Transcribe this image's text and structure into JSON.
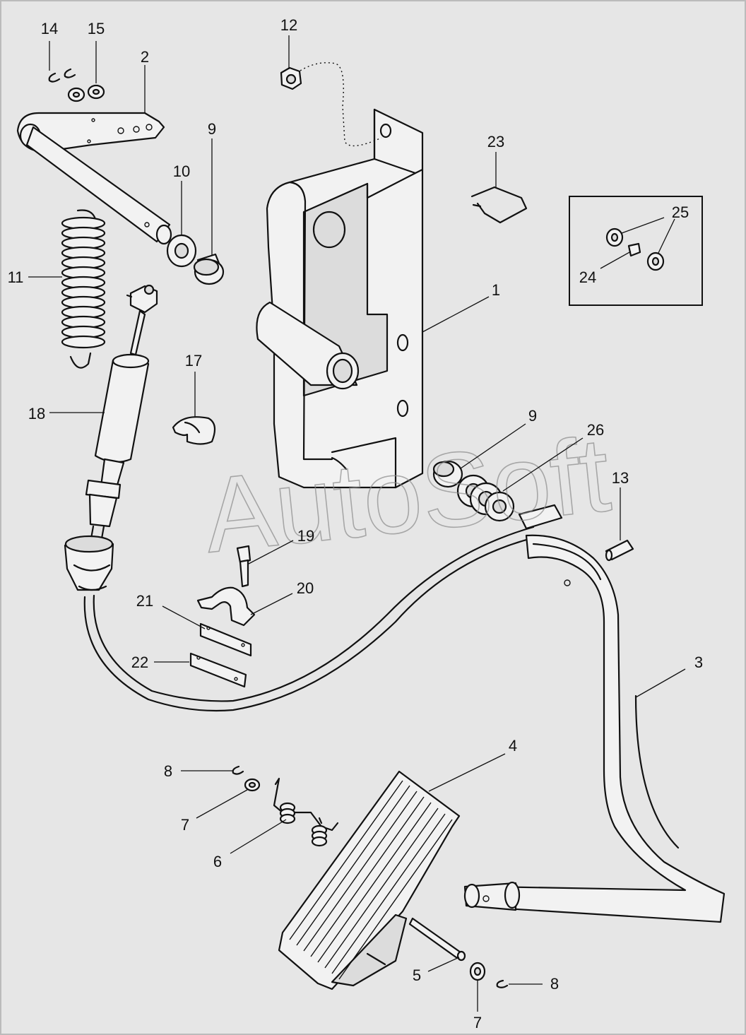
{
  "watermark": "AutoSoft",
  "inset_box": {
    "callouts": [
      "25",
      "24"
    ]
  },
  "callouts": {
    "c1": "1",
    "c2": "2",
    "c3": "3",
    "c4": "4",
    "c5": "5",
    "c6": "6",
    "c7a": "7",
    "c7b": "7",
    "c8a": "8",
    "c8b": "8",
    "c9a": "9",
    "c9b": "9",
    "c10": "10",
    "c11": "11",
    "c12": "12",
    "c13": "13",
    "c14": "14",
    "c15": "15",
    "c17": "17",
    "c18": "18",
    "c19": "19",
    "c20": "20",
    "c21": "21",
    "c22": "22",
    "c23": "23",
    "c24": "24",
    "c25": "25",
    "c26": "26"
  },
  "colors": {
    "background": "#e6e6e6",
    "line": "#111111",
    "watermark": "#8c8c8c"
  }
}
